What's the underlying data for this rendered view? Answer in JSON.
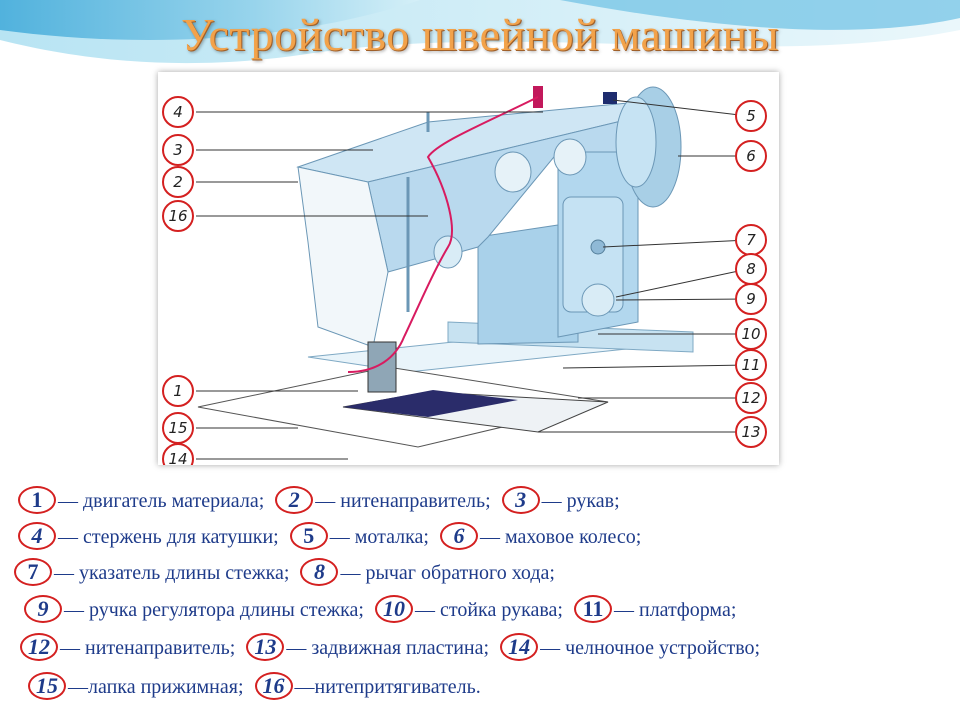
{
  "title": "Устройство швейной машины",
  "callouts_left": [
    "4",
    "3",
    "2",
    "16",
    "1",
    "15",
    "14"
  ],
  "callouts_right": [
    "5",
    "6",
    "7",
    "8",
    "9",
    "10",
    "11",
    "12",
    "13"
  ],
  "legend": {
    "line1": [
      {
        "num": "1",
        "text": "— двигатель материала;"
      },
      {
        "num": "2",
        "text": "— нитенаправитель;"
      },
      {
        "num": "3",
        "text": "— рукав;"
      }
    ],
    "line2": [
      {
        "num": "4",
        "text": "— стержень для катушки;"
      },
      {
        "num": "5",
        "text": "— моталка;"
      },
      {
        "num": "6",
        "text": "— маховое колесо;"
      }
    ],
    "line3": [
      {
        "num": "7",
        "text": "— указатель длины стежка;"
      },
      {
        "num": "8",
        "text": "— рычаг обратного хода;"
      }
    ],
    "line4": [
      {
        "num": "9",
        "text": "— ручка регулятора длины стежка;"
      },
      {
        "num": "10",
        "text": "— стойка рукава;"
      },
      {
        "num": "11",
        "text": "— платформа;"
      }
    ],
    "line5": [
      {
        "num": "12",
        "text": "— нитенаправитель;"
      },
      {
        "num": "13",
        "text": "— задвижная пластина;"
      },
      {
        "num": "14",
        "text": "— челночное устройство;"
      }
    ],
    "line6": [
      {
        "num": "15",
        "text": "—лапка прижимная;"
      },
      {
        "num": "16",
        "text": "—нитепритягиватель."
      }
    ]
  },
  "colors": {
    "title": "#f2a24a",
    "machine": "#b9d9ee",
    "callout_ring": "#d42020",
    "legend_text": "#1e3b8a",
    "thread": "#d81b60"
  }
}
